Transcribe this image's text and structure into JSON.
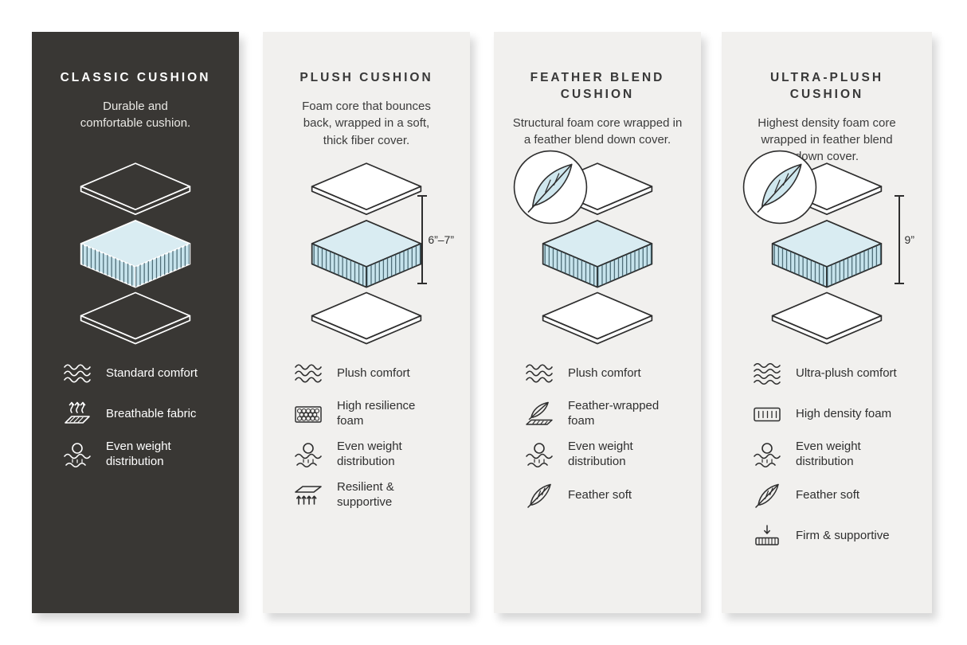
{
  "page": {
    "background": "#ffffff"
  },
  "colors": {
    "dark_card": "#393734",
    "light_card": "#f1f0ee",
    "foam_top": "#d9ecf2",
    "foam_side": "#c6e3ec",
    "ink": "#2e2e2e"
  },
  "cards": [
    {
      "id": "classic",
      "title": "CLASSIC CUSHION",
      "description": "Durable and\ncomfortable cushion.",
      "diagram": {
        "feather_badge": false,
        "measurement": ""
      },
      "features": [
        {
          "icon": "waves-icon",
          "label": "Standard comfort"
        },
        {
          "icon": "breathable-fabric-icon",
          "label": "Breathable fabric"
        },
        {
          "icon": "even-weight-icon",
          "label": "Even weight\ndistribution"
        }
      ]
    },
    {
      "id": "plush",
      "title": "PLUSH CUSHION",
      "description": "Foam core that bounces\nback, wrapped in a soft,\nthick fiber cover.",
      "diagram": {
        "feather_badge": false,
        "measurement": "6”–7”"
      },
      "features": [
        {
          "icon": "waves-icon",
          "label": "Plush comfort"
        },
        {
          "icon": "resilience-foam-icon",
          "label": "High resilience\nfoam"
        },
        {
          "icon": "even-weight-icon",
          "label": "Even weight\ndistribution"
        },
        {
          "icon": "springs-icon",
          "label": "Resilient &\nsupportive"
        }
      ]
    },
    {
      "id": "feather-blend",
      "title": "FEATHER BLEND\nCUSHION",
      "description": "Structural foam core wrapped in\na feather blend down cover.",
      "diagram": {
        "feather_badge": true,
        "measurement": ""
      },
      "features": [
        {
          "icon": "waves-icon",
          "label": "Plush comfort"
        },
        {
          "icon": "feather-wrapped-foam-icon",
          "label": "Feather-wrapped\nfoam"
        },
        {
          "icon": "even-weight-icon",
          "label": "Even weight\ndistribution"
        },
        {
          "icon": "feather-icon",
          "label": "Feather soft"
        }
      ]
    },
    {
      "id": "ultra-plush",
      "title": "ULTRA-PLUSH\nCUSHION",
      "description": "Highest density foam core\nwrapped in feather blend\ndown cover.",
      "diagram": {
        "feather_badge": true,
        "measurement": "9”"
      },
      "features": [
        {
          "icon": "ultra-waves-icon",
          "label": "Ultra-plush comfort"
        },
        {
          "icon": "density-foam-icon",
          "label": "High density foam"
        },
        {
          "icon": "even-weight-icon",
          "label": "Even weight\ndistribution"
        },
        {
          "icon": "feather-icon",
          "label": "Feather soft"
        },
        {
          "icon": "firm-supportive-icon",
          "label": "Firm & supportive"
        }
      ]
    }
  ]
}
